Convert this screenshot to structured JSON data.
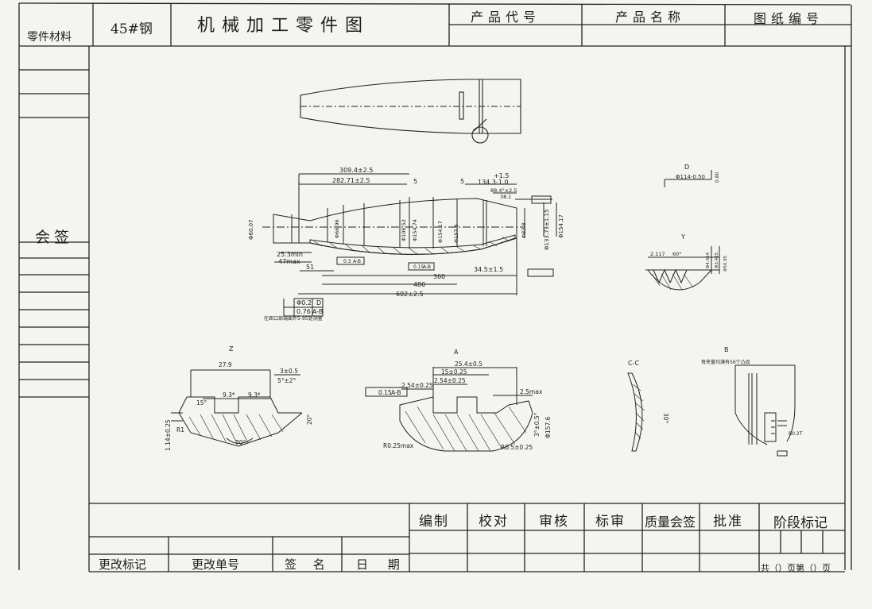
{
  "title_block": {
    "material_label": "零件材料",
    "material_value": "45#钢",
    "drawing_title": "机械加工零件图",
    "product_code_label": "产品代号",
    "product_name_label": "产品名称",
    "drawing_number_label": "图纸编号"
  },
  "left_column": {
    "countersign_label": "会签"
  },
  "bottom_block": {
    "cells": [
      "编制",
      "校对",
      "审核",
      "标审",
      "质量会签",
      "批准",
      "阶段标记"
    ],
    "change_labels": [
      "更改标记",
      "更改单号",
      "签 名",
      "日 期"
    ],
    "page_count": "共（）页第（）页"
  },
  "views": {
    "main": {
      "dims": [
        "309.4±2.5",
        "282.71±2.5",
        "134.3-1.0",
        "+1.5",
        "88.4°±2.5",
        "38.1",
        "5",
        "5",
        "25.3min",
        "47max",
        "51",
        "360",
        "480",
        "602±2.5",
        "34.5±1.5",
        "Φ60.07",
        "Φ66.96",
        "Φ106.52",
        "Φ154.74",
        "Φ154.17",
        "Φ157.6",
        "Φ83.8",
        "Φ133.73±1.15",
        "Φ154.17",
        "D",
        "Φ0.2",
        "0.76",
        "A-B",
        "0.3",
        "A-B",
        "0.15",
        "A-B"
      ],
      "note": "在距口部端面外5-95处测量"
    },
    "detail_d": {
      "label": "D",
      "dims": [
        "Φ114-0.50",
        "0.80"
      ]
    },
    "detail_y": {
      "label": "Y",
      "dims": [
        "2.117",
        "60°",
        "Φ4.014",
        "Φ3.425",
        "Φ50.95"
      ]
    },
    "detail_z": {
      "label": "Z",
      "dims": [
        "27.9",
        "3±0.5",
        "5°±2°",
        "9.3*",
        "9.3*",
        "15°",
        "R1",
        "70°",
        "20°",
        "1.14±0.25"
      ]
    },
    "detail_a": {
      "label": "A",
      "dims": [
        "25.4±0.5",
        "15±0.25",
        "2.54±0.25",
        "2.54±0.25",
        "2.5max",
        "0.15",
        "A-B",
        "R0.25max",
        "R0.5±0.25",
        "3°±0.5°",
        "Φ157.6"
      ]
    },
    "detail_cc": {
      "label": "C-C",
      "dims": [
        "30°"
      ]
    },
    "detail_b": {
      "label": "B",
      "note": "每夹量均满有56个凸纹",
      "dims": [
        "R0.2T"
      ]
    }
  }
}
